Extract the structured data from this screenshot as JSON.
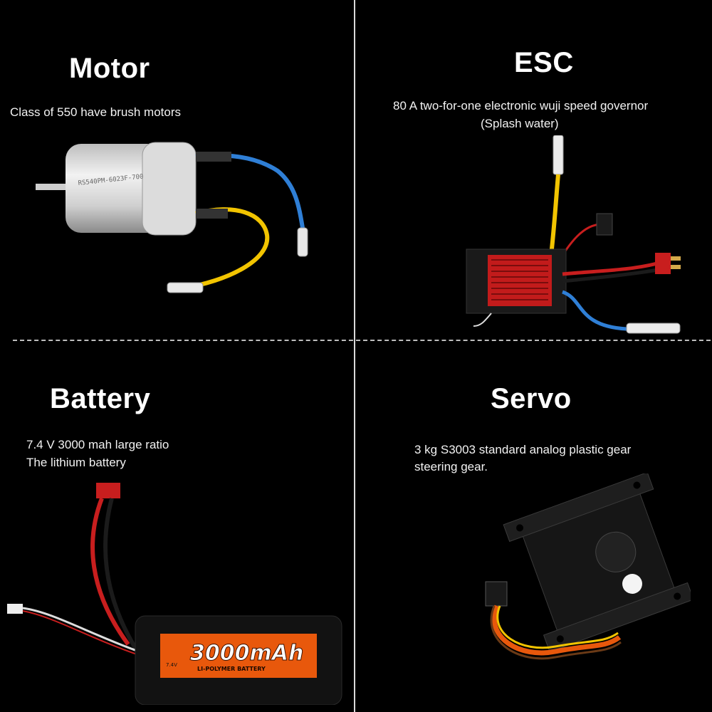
{
  "motor": {
    "title": "Motor",
    "desc": "Class of 550 have brush motors",
    "can_marking": "RS540PM-6023F-700"
  },
  "esc": {
    "title": "ESC",
    "desc_line1": "80 A two-for-one electronic wuji speed governor",
    "desc_line2": "(Splash water)"
  },
  "battery": {
    "title": "Battery",
    "desc_line1": "7.4 V 3000 mah large ratio",
    "desc_line2": "The lithium battery",
    "label_capacity": "3000mAh",
    "label_type": "LI-POLYMER BATTERY",
    "label_voltage": "7.4V"
  },
  "servo": {
    "title": "Servo",
    "desc_line1": "3 kg S3003 standard analog plastic gear",
    "desc_line2": "steering gear."
  },
  "colors": {
    "background": "#000000",
    "divider": "#d9d9d9",
    "wire_blue": "#2f7fd6",
    "wire_yellow": "#f2c400",
    "wire_red": "#c81e1e",
    "label_orange": "#e8580c"
  }
}
